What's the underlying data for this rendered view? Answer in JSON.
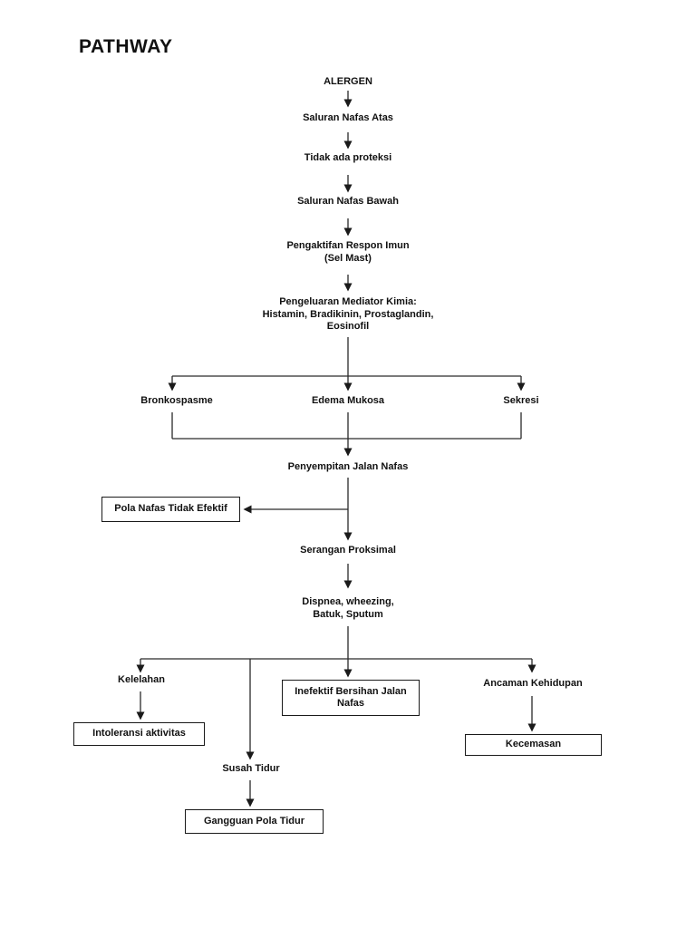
{
  "page": {
    "title": "PATHWAY"
  },
  "colors": {
    "background": "#ffffff",
    "text": "#111111",
    "line": "#2a2a2a"
  },
  "flowchart": {
    "nodes": {
      "alergen": "ALERGEN",
      "saluran_nafas_atas": "Saluran Nafas Atas",
      "tidak_ada_proteksi": "Tidak ada proteksi",
      "saluran_nafas_bawah": "Saluran Nafas Bawah",
      "pengaktifan_respon_imun": "Pengaktifan Respon Imun\n(Sel Mast)",
      "pengeluaran_mediator": "Pengeluaran Mediator Kimia:\nHistamin, Bradikinin, Prostaglandin,\nEosinofil",
      "bronkospasme": "Bronkospasme",
      "edema_mukosa": "Edema Mukosa",
      "sekresi": "Sekresi",
      "penyempitan_jalan_nafas": "Penyempitan Jalan Nafas",
      "pola_nafas_tidak_efektif": "Pola Nafas Tidak Efektif",
      "serangan_proksimal": "Serangan Proksimal",
      "dispnea_wheezing": "Dispnea, wheezing,\nBatuk, Sputum",
      "kelelahan": "Kelelahan",
      "intoleransi_aktivitas": "Intoleransi aktivitas",
      "inefektif_bersihan_jalan_nafas": "Inefektif Bersihan Jalan\nNafas",
      "ancaman_kehidupan": "Ancaman Kehidupan",
      "kecemasan": "Kecemasan",
      "susah_tidur": "Susah Tidur",
      "gangguan_pola_tidur": "Gangguan Pola Tidur"
    }
  }
}
